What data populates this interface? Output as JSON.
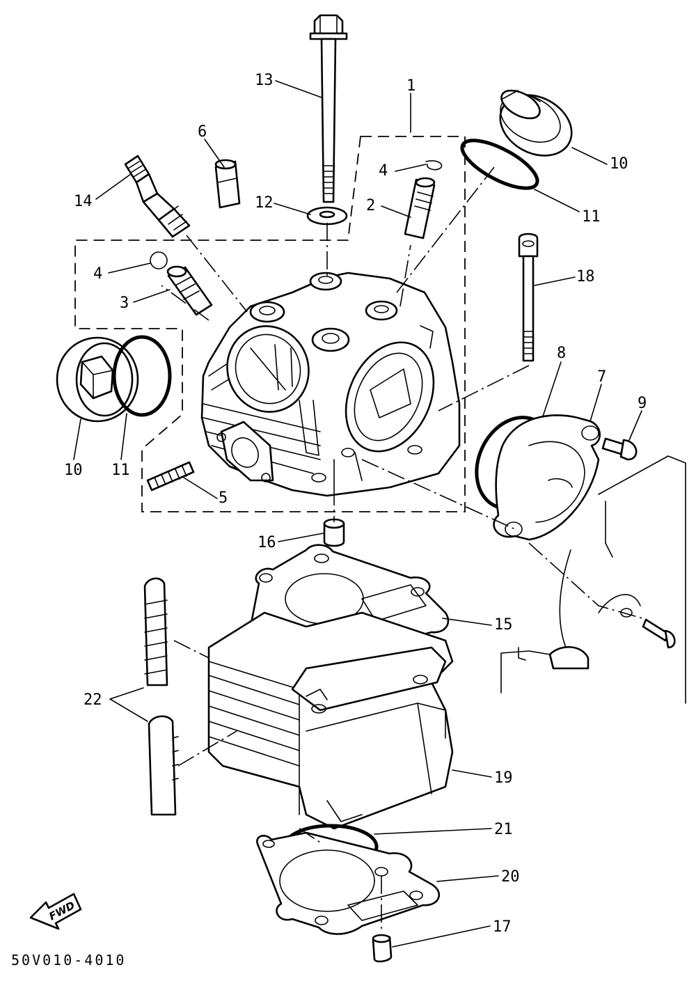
{
  "callouts": [
    {
      "id": "c13",
      "text": "13"
    },
    {
      "id": "c1",
      "text": "1"
    },
    {
      "id": "c6",
      "text": "6"
    },
    {
      "id": "c4a",
      "text": "4"
    },
    {
      "id": "c2",
      "text": "2"
    },
    {
      "id": "c14",
      "text": "14"
    },
    {
      "id": "c12",
      "text": "12"
    },
    {
      "id": "c10a",
      "text": "10"
    },
    {
      "id": "c11a",
      "text": "11"
    },
    {
      "id": "c4b",
      "text": "4"
    },
    {
      "id": "c3",
      "text": "3"
    },
    {
      "id": "c18",
      "text": "18"
    },
    {
      "id": "c8",
      "text": "8"
    },
    {
      "id": "c7",
      "text": "7"
    },
    {
      "id": "c9",
      "text": "9"
    },
    {
      "id": "c10b",
      "text": "10"
    },
    {
      "id": "c11b",
      "text": "11"
    },
    {
      "id": "c5",
      "text": "5"
    },
    {
      "id": "c16",
      "text": "16"
    },
    {
      "id": "c15",
      "text": "15"
    },
    {
      "id": "c22",
      "text": "22"
    },
    {
      "id": "c19",
      "text": "19"
    },
    {
      "id": "c21",
      "text": "21"
    },
    {
      "id": "c20",
      "text": "20"
    },
    {
      "id": "c17",
      "text": "17"
    }
  ],
  "fwd_label": "FWD",
  "diagram_code": "50V010-4010"
}
